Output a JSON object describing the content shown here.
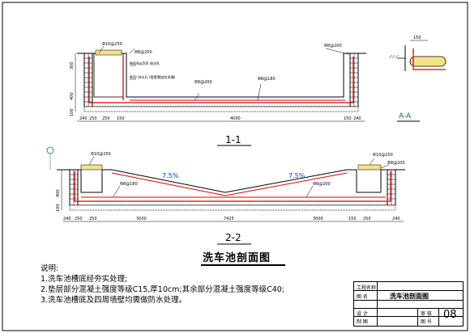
{
  "colors": {
    "wall": "#000000",
    "rebar": "#e00000",
    "fill": "#f3e28a",
    "text": "#000000"
  },
  "section_11": {
    "label": "1-1",
    "left_rebar": "Φ10@250",
    "mid_rebar": "Φ8@200",
    "pipe_note_1": "Φ800@500 地沟孔",
    "pipe_note_2": "Φ50 排水孔 (管壁需加防渗漏)",
    "bottom_rebar": "Φ8@200",
    "right_rebar_top": "Φ8@180",
    "far_right_rebar": "Φ8@200",
    "dims_bottom": [
      "240",
      "250",
      "250",
      "150",
      "4000",
      "150",
      "240"
    ],
    "dims_left": [
      "100",
      "400",
      "300"
    ]
  },
  "section_aa": {
    "label": "A-A",
    "dim_top": "150"
  },
  "section_22": {
    "label": "2-2",
    "slope_left": "7.5%",
    "slope_right": "7.5%",
    "left_rebar": "Φ10@250",
    "left_bottom_rebar": "Φ8@180",
    "right_rebar": "Φ10@250",
    "right_bottom_rebar": "Φ8@200",
    "mid_rebar": "Φ8@200",
    "dims_bottom": [
      "240",
      "250",
      "250",
      "3000",
      "7425",
      "3000",
      "150",
      "250",
      "240"
    ],
    "dims_left": [
      "100",
      "400"
    ]
  },
  "drawing_title": "洗车池剖面图",
  "notes": {
    "heading": "说明:",
    "items": [
      "1.洗车池槽底经夯实处理;",
      "2.垫层部分混凝土强度等级C15,厚10cm;其余部分混凝土强度等级C40;",
      "3.洗车池槽底及四周墙壁均需做防水处理。"
    ]
  },
  "title_block": {
    "project_label": "工程名称",
    "drawing_label": "图 名",
    "drawing_name": "洗车池剖面图",
    "design_label": "设 计",
    "check_label": "审 核",
    "draw_label": "制 图",
    "number_label": "图 号",
    "number": "08"
  }
}
